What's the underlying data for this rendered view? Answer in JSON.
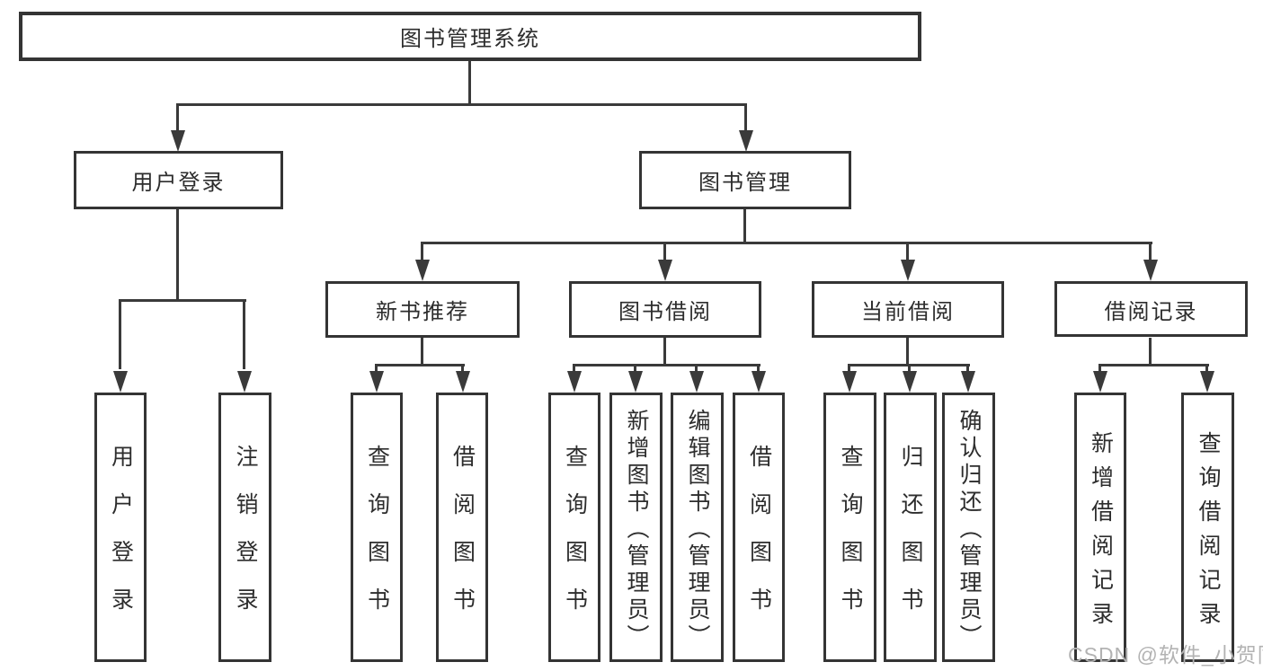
{
  "diagram_title": "图书管理系统",
  "tree": {
    "root": {
      "label": "图书管理系统"
    },
    "children": [
      {
        "label": "用户登录",
        "children": [
          {
            "label": "用户登录"
          },
          {
            "label": "注销登录"
          }
        ]
      },
      {
        "label": "图书管理",
        "children": [
          {
            "label": "新书推荐",
            "children": [
              {
                "label": "查询图书"
              },
              {
                "label": "借阅图书"
              }
            ]
          },
          {
            "label": "图书借阅",
            "children": [
              {
                "label": "查询图书"
              },
              {
                "label": "新增图书（管理员）"
              },
              {
                "label": "编辑图书（管理员）"
              },
              {
                "label": "借阅图书"
              }
            ]
          },
          {
            "label": "当前借阅",
            "children": [
              {
                "label": "查询图书"
              },
              {
                "label": "归还图书"
              },
              {
                "label": "确认归还（管理员）"
              }
            ]
          },
          {
            "label": "借阅记录",
            "children": [
              {
                "label": "新增借阅记录"
              },
              {
                "label": "查询借阅记录"
              }
            ]
          }
        ]
      }
    ]
  },
  "watermark": "CSDN @软件_小贺同学",
  "colors": {
    "line": "#3a3a3a",
    "border": "#343434",
    "text": "#2d2d2d",
    "watermark": "#b3b3b3",
    "background": "#ffffff"
  }
}
